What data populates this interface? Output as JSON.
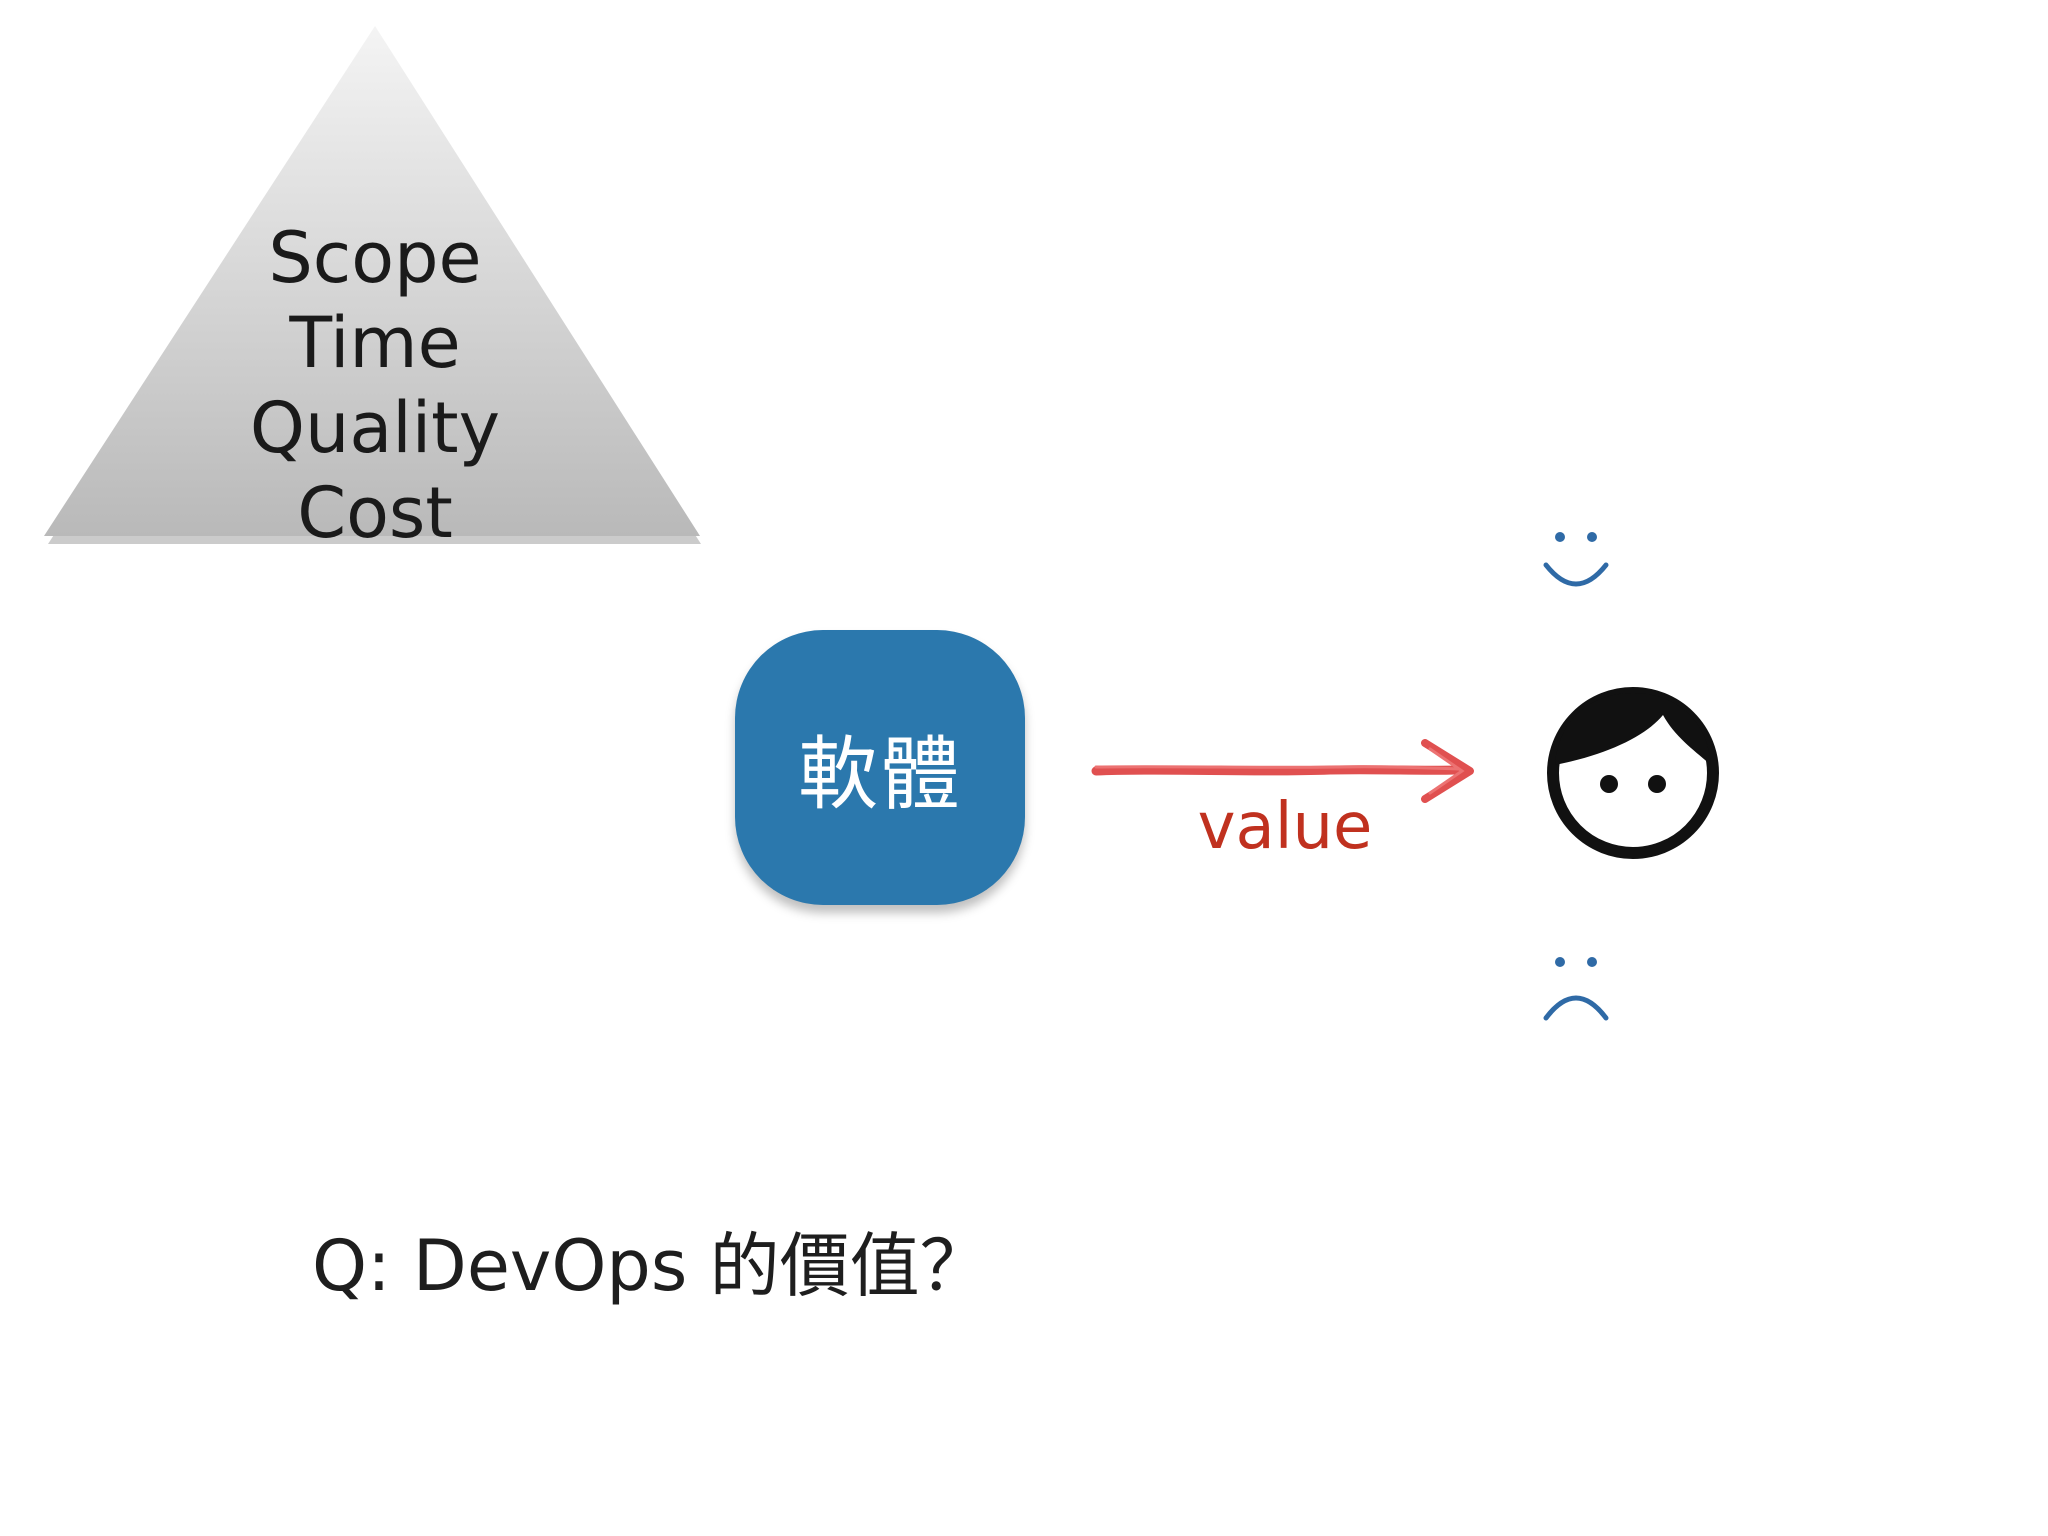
{
  "pyramid": {
    "labels": [
      "Scope",
      "Time",
      "Quality",
      "Cost"
    ]
  },
  "software_box": {
    "label": "軟體",
    "color": "#2b78ad"
  },
  "arrow": {
    "label": "value",
    "color": "#e05050",
    "label_color": "#c0311f"
  },
  "customer": {
    "icon": "person-face-icon"
  },
  "reactions": {
    "positive_icon": "smiley-icon",
    "negative_icon": "frowny-icon",
    "color": "#2f6aa6"
  },
  "question": {
    "text": "Q: DevOps 的價值？"
  }
}
